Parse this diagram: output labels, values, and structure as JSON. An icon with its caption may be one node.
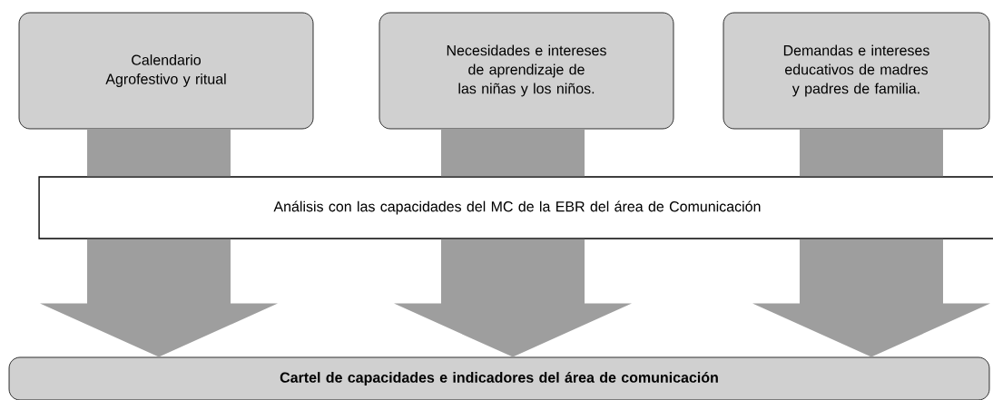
{
  "diagram": {
    "nodes": [
      {
        "text": [
          "Calendario Agrofestivo y ritual"
        ]
      },
      {
        "text": [
          "Necesidades e intereses de aprendizaje de las niñas y los niños."
        ]
      },
      {
        "text": [
          "Demandas e intereses educativos de madres y padres de familia."
        ]
      },
      {
        "text": [
          "Análisis con las capacidades del MC de la EBR del área de Comunicación"
        ]
      },
      {
        "text": [
          "Cartel de capacidades e indicadores del área de comunicación"
        ]
      }
    ],
    "edges": [
      {
        "from": 0,
        "to": 3,
        "arrow": "none"
      },
      {
        "from": 1,
        "to": 3,
        "arrow": "none"
      },
      {
        "from": 2,
        "to": 3,
        "arrow": "none"
      },
      {
        "from": 3,
        "to": 4,
        "arrow": "to"
      },
      {
        "from": 3,
        "to": 4,
        "arrow": "to"
      },
      {
        "from": 3,
        "to": 4,
        "arrow": "to"
      }
    ]
  }
}
